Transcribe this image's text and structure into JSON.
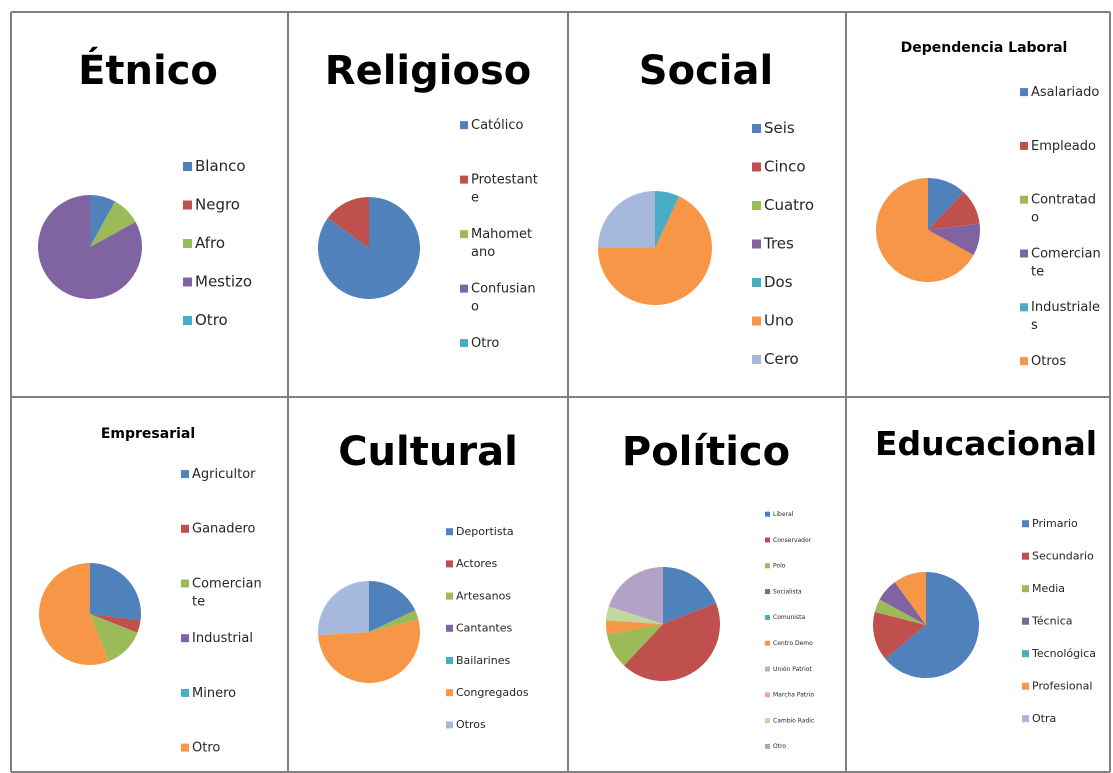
{
  "colors": {
    "blue": "#4f81bd",
    "red": "#c0504d",
    "green": "#9bbb59",
    "purple": "#8064a2",
    "teal": "#4bacc6",
    "orange": "#f79646",
    "lightblue": "#a6b9dd",
    "pink": "#f2a7a5",
    "lightgreen": "#c3d69b",
    "lavender": "#b3a2c7",
    "border": "#808080"
  },
  "chart_data": [
    {
      "type": "pie",
      "title": "Étnico",
      "categories": [
        "Blanco",
        "Negro",
        "Afro",
        "Mestizo",
        "Otro"
      ],
      "values": [
        8,
        0,
        9,
        83,
        0
      ],
      "legend_lines": [
        [
          "Blanco"
        ],
        [
          "Negro"
        ],
        [
          "Afro"
        ],
        [
          "Mestizo"
        ],
        [
          "Otro"
        ]
      ]
    },
    {
      "type": "pie",
      "title": "Religioso",
      "categories": [
        "Católico",
        "Protestante",
        "Mahometano",
        "Confusiano",
        "Otro"
      ],
      "values": [
        85,
        15,
        0,
        0,
        0
      ],
      "legend_lines": [
        [
          "Católico"
        ],
        [
          "Protestant",
          "e"
        ],
        [
          "Mahomet",
          "ano"
        ],
        [
          "Confusian",
          "o"
        ],
        [
          "Otro"
        ]
      ]
    },
    {
      "type": "pie",
      "title": "Social",
      "categories": [
        "Seis",
        "Cinco",
        "Cuatro",
        "Tres",
        "Dos",
        "Uno",
        "Cero"
      ],
      "values": [
        0,
        0,
        0,
        0,
        7,
        68,
        25
      ],
      "legend_lines": [
        [
          "Seis"
        ],
        [
          "Cinco"
        ],
        [
          "Cuatro"
        ],
        [
          "Tres"
        ],
        [
          "Dos"
        ],
        [
          "Uno"
        ],
        [
          "Cero"
        ]
      ]
    },
    {
      "type": "pie",
      "title": "Dependencia Laboral",
      "categories": [
        "Asalariado",
        "Empleado",
        "Contratado",
        "Comerciante",
        "Industriales",
        "Otros"
      ],
      "values": [
        12,
        11,
        0,
        10,
        0,
        67
      ],
      "legend_lines": [
        [
          "Asalariado"
        ],
        [
          "Empleado"
        ],
        [
          "Contratad",
          "o"
        ],
        [
          "Comercian",
          "te"
        ],
        [
          "Industriale",
          "s"
        ],
        [
          "Otros"
        ]
      ]
    },
    {
      "type": "pie",
      "title": "Empresarial",
      "categories": [
        "Agricultor",
        "Ganadero",
        "Comerciante",
        "Industrial",
        "Minero",
        "Otro"
      ],
      "values": [
        27,
        4,
        13,
        0,
        0,
        56
      ],
      "legend_lines": [
        [
          "Agricultor"
        ],
        [
          "Ganadero"
        ],
        [
          "Comercian",
          "te"
        ],
        [
          "Industrial"
        ],
        [
          "Minero"
        ],
        [
          "Otro"
        ]
      ]
    },
    {
      "type": "pie",
      "title": "Cultural",
      "categories": [
        "Deportista",
        "Actores",
        "Artesanos",
        "Cantantes",
        "Bailarines",
        "Congregados",
        "Otros"
      ],
      "values": [
        18,
        0,
        3,
        0,
        0,
        53,
        26
      ],
      "legend_lines": [
        [
          "Deportista"
        ],
        [
          "Actores"
        ],
        [
          "Artesanos"
        ],
        [
          "Cantantes"
        ],
        [
          "Bailarines"
        ],
        [
          "Congregados"
        ],
        [
          "Otros"
        ]
      ]
    },
    {
      "type": "pie",
      "title": "Político",
      "categories": [
        "Liberal",
        "Conservador",
        "Polo",
        "Socialista",
        "Comunista",
        "Centro Demo",
        "Unión Patriot",
        "Marcha Patrio",
        "Cambio Radic",
        "Otro"
      ],
      "values": [
        19,
        43,
        10,
        0,
        0,
        4,
        0,
        0,
        4,
        20
      ],
      "legend_lines": [
        [
          "Liberal"
        ],
        [
          "Conservador"
        ],
        [
          "Polo"
        ],
        [
          "Socialista"
        ],
        [
          "Comunista"
        ],
        [
          "Centro Demo"
        ],
        [
          "Unión Patriot"
        ],
        [
          "Marcha Patrio"
        ],
        [
          "Cambio Radic"
        ],
        [
          "Otro"
        ]
      ]
    },
    {
      "type": "pie",
      "title": "Educacional",
      "categories": [
        "Primario",
        "Secundario",
        "Media",
        "Técnica",
        "Tecnológica",
        "Profesional",
        "Otra"
      ],
      "values": [
        64,
        15,
        4,
        7,
        0,
        10,
        0
      ],
      "legend_lines": [
        [
          "Primario"
        ],
        [
          "Secundario"
        ],
        [
          "Media"
        ],
        [
          "Técnica"
        ],
        [
          "Tecnológica"
        ],
        [
          "Profesional"
        ],
        [
          "Otra"
        ]
      ]
    }
  ]
}
